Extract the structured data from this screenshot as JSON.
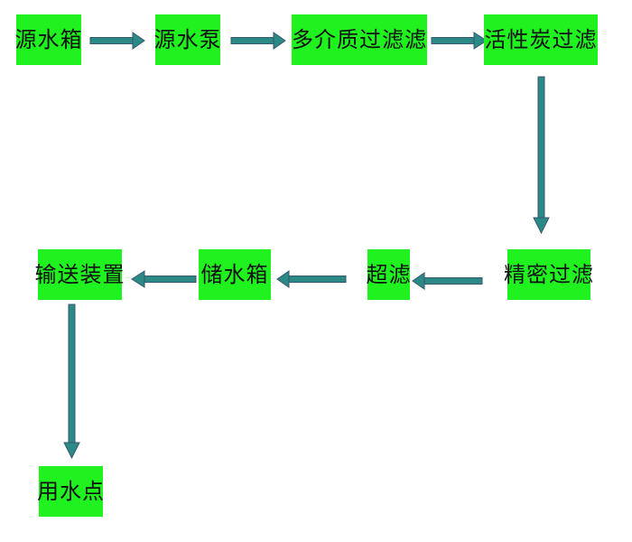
{
  "diagram": {
    "nodes": [
      {
        "id": "source-tank",
        "label": "源水箱"
      },
      {
        "id": "source-pump",
        "label": "源水泵"
      },
      {
        "id": "multimedia-filter",
        "label": "多介质过滤滤"
      },
      {
        "id": "activated-carbon-filter",
        "label": "活性炭过滤"
      },
      {
        "id": "precision-filter",
        "label": "精密过滤"
      },
      {
        "id": "ultrafiltration",
        "label": "超滤"
      },
      {
        "id": "storage-tank",
        "label": "储水箱"
      },
      {
        "id": "delivery-device",
        "label": "输送装置"
      },
      {
        "id": "water-point",
        "label": "用水点"
      }
    ],
    "edges": [
      {
        "from": "source-tank",
        "to": "source-pump"
      },
      {
        "from": "source-pump",
        "to": "multimedia-filter"
      },
      {
        "from": "multimedia-filter",
        "to": "activated-carbon-filter"
      },
      {
        "from": "activated-carbon-filter",
        "to": "precision-filter"
      },
      {
        "from": "precision-filter",
        "to": "ultrafiltration"
      },
      {
        "from": "ultrafiltration",
        "to": "storage-tank"
      },
      {
        "from": "storage-tank",
        "to": "delivery-device"
      },
      {
        "from": "delivery-device",
        "to": "water-point"
      }
    ],
    "colors": {
      "node_fill": "#1ff21f",
      "arrow_fill": "#2b8a86",
      "arrow_outline": "#37576f",
      "text": "#111111"
    }
  }
}
